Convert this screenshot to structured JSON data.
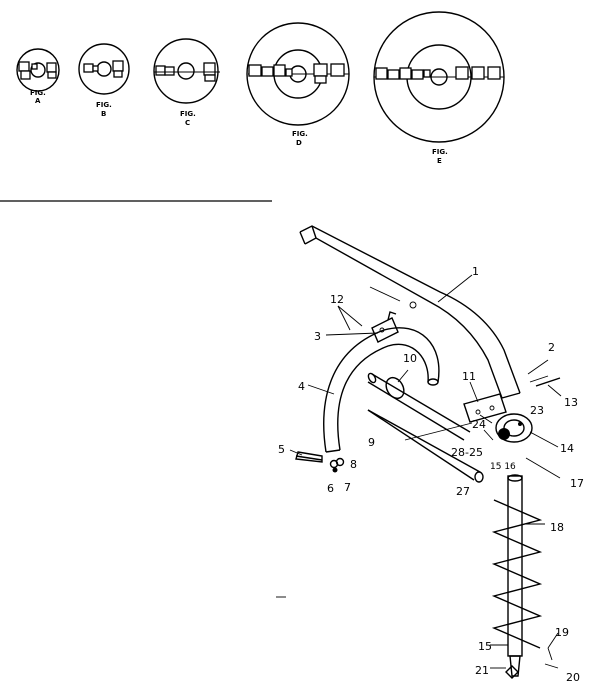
{
  "figures": [
    {
      "id": "A",
      "line1": "FIG.",
      "line2": "A"
    },
    {
      "id": "B",
      "line1": "FIG.",
      "line2": "B"
    },
    {
      "id": "C",
      "line1": "FIG.",
      "line2": "C"
    },
    {
      "id": "D",
      "line1": "FIG.",
      "line2": "D"
    },
    {
      "id": "E",
      "line1": "FIG.",
      "line2": "E"
    }
  ],
  "callouts": [
    {
      "id": "1",
      "text": "1"
    },
    {
      "id": "2",
      "text": "2"
    },
    {
      "id": "3",
      "text": "3"
    },
    {
      "id": "4",
      "text": "4"
    },
    {
      "id": "5",
      "text": "5"
    },
    {
      "id": "6",
      "text": "6"
    },
    {
      "id": "7",
      "text": "7"
    },
    {
      "id": "8",
      "text": "8"
    },
    {
      "id": "9",
      "text": "9"
    },
    {
      "id": "10",
      "text": "10"
    },
    {
      "id": "11",
      "text": "11"
    },
    {
      "id": "12",
      "text": "12"
    },
    {
      "id": "13",
      "text": "13"
    },
    {
      "id": "14",
      "text": "14"
    },
    {
      "id": "15a",
      "text": "15"
    },
    {
      "id": "15-16",
      "text": "15 16"
    },
    {
      "id": "17",
      "text": "17"
    },
    {
      "id": "18",
      "text": "18"
    },
    {
      "id": "19",
      "text": "19"
    },
    {
      "id": "20",
      "text": "20"
    },
    {
      "id": "21",
      "text": "21"
    },
    {
      "id": "23",
      "text": "23"
    },
    {
      "id": "24",
      "text": "24"
    },
    {
      "id": "27",
      "text": "27"
    },
    {
      "id": "28-25",
      "text": "28-25"
    }
  ]
}
